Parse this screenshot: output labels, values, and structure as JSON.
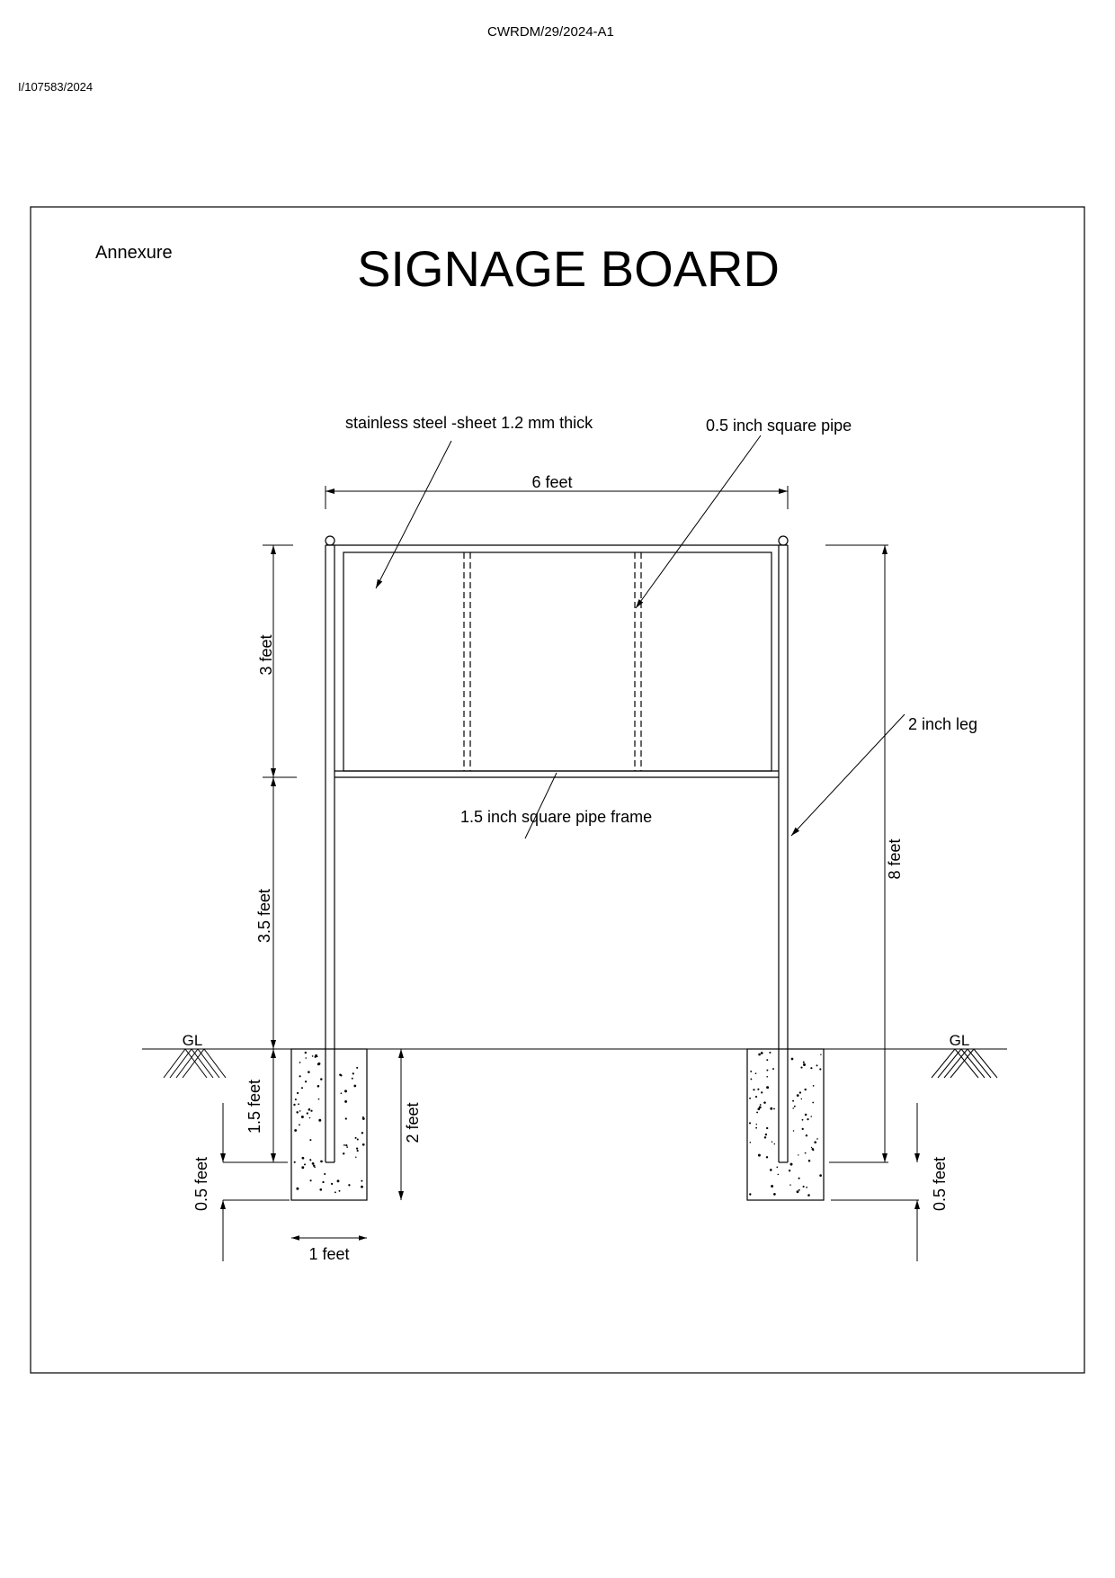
{
  "header": {
    "doc_ref": "CWRDM/29/2024-A1",
    "inward_no": "I/107583/2024"
  },
  "drawing": {
    "annexure": "Annexure",
    "title": "SIGNAGE BOARD",
    "labels": {
      "sheet": "stainless steel -sheet 1.2 mm thick",
      "square_pipe": "0.5 inch square pipe",
      "frame": "1.5 inch square pipe frame",
      "leg": "2 inch  leg",
      "gl_left": "GL",
      "gl_right": "GL"
    },
    "dimensions": {
      "width": "6 feet",
      "board_height": "3 feet",
      "clearance": "3.5 feet",
      "total_height": "8 feet",
      "embed_depth": "1.5 feet",
      "footing_depth": "2 feet",
      "base_left": "0.5 feet",
      "base_right": "0.5 feet",
      "footing_width": "1 feet"
    }
  }
}
